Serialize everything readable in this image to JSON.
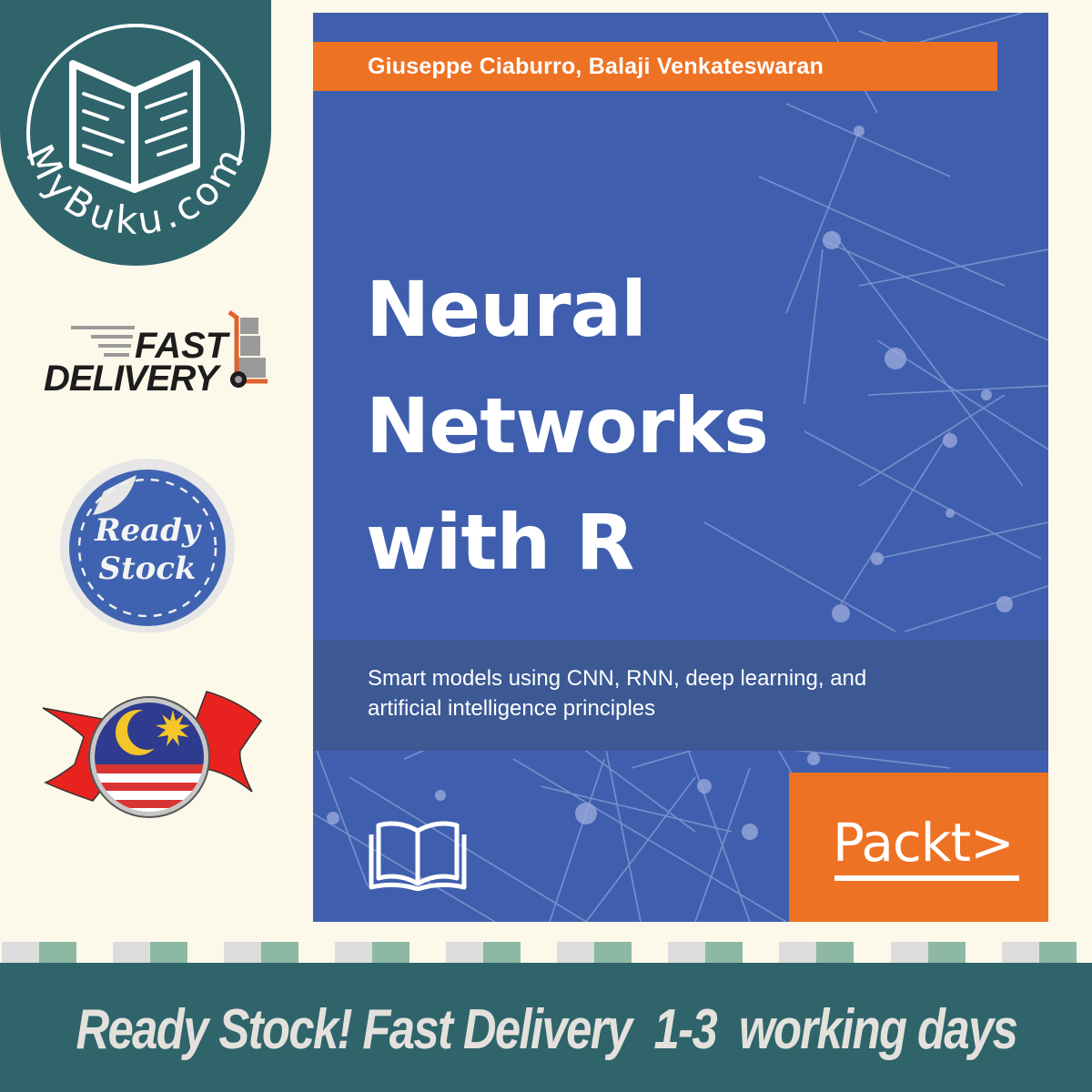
{
  "logo": {
    "brand": "MyBuku.com",
    "icon": "open-book-icon",
    "panel_color": "#2f646b"
  },
  "badges": {
    "fast_delivery": {
      "line1": "FAST",
      "line2": "DELIVERY",
      "icon": "hand-truck-icon"
    },
    "ready_stock": {
      "line1": "Ready",
      "line2": "Stock",
      "color": "#3f63b0"
    },
    "flag": {
      "icon": "malaysia-flag-icon"
    }
  },
  "book": {
    "authors": "Giuseppe Ciaburro, Balaji Venkateswaran",
    "title_lines": [
      "Neural",
      "Networks",
      "with R"
    ],
    "subtitle_lines": [
      "Smart models using CNN, RNN, deep learning, and",
      "artificial intelligence principles"
    ],
    "publisher": "Packt‹t›",
    "publisher_display": "Packt>",
    "colors": {
      "cover": "#3f5fae",
      "accent": "#ee7224",
      "subtitle_band": "#3c5994"
    }
  },
  "footer": {
    "banner": "Ready Stock! Fast Delivery  1-3  working days",
    "bar_color": "#2f646b"
  }
}
